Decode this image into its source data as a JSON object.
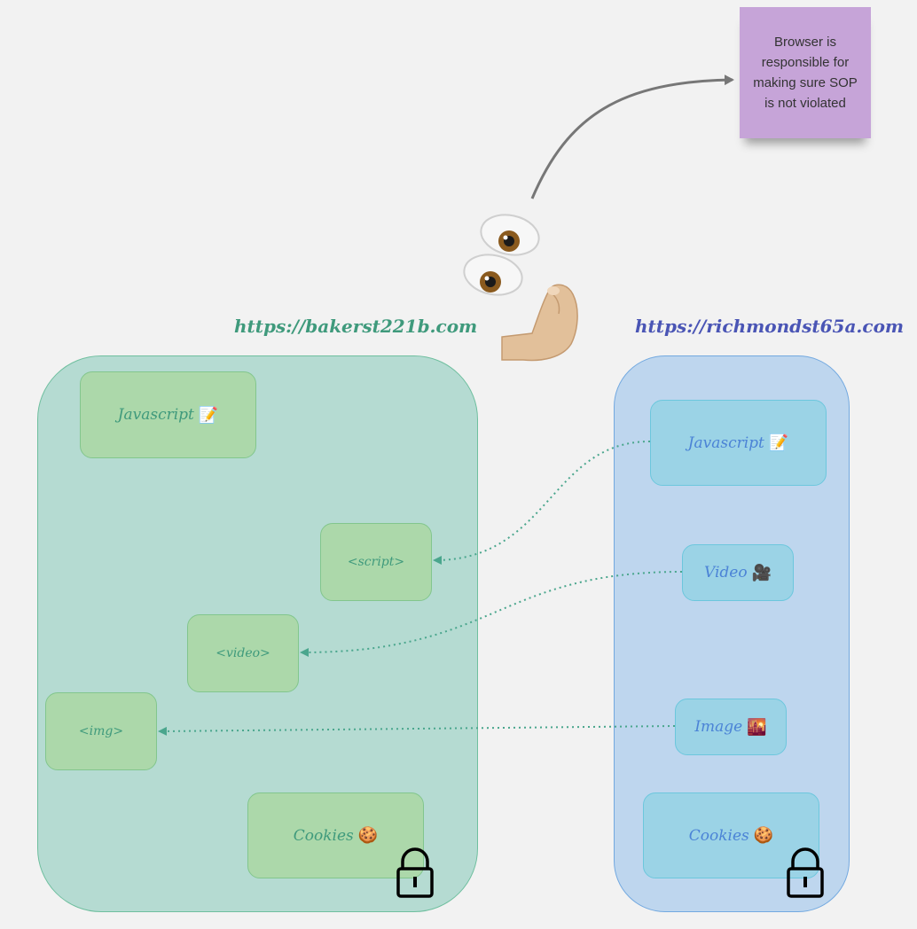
{
  "note": {
    "text": "Browser is responsible for making sure SOP is not violated"
  },
  "origins": {
    "left": {
      "url": "https://bakerst221b.com",
      "javascript_label": "Javascript",
      "script_tag": "<script>",
      "video_tag": "<video>",
      "img_tag": "<img>",
      "cookies_label": "Cookies"
    },
    "right": {
      "url": "https://richmondst65a.com",
      "javascript_label": "Javascript",
      "video_label": "Video",
      "image_label": "Image",
      "cookies_label": "Cookies"
    }
  },
  "icons": {
    "eyes": "eyes-icon",
    "hand": "pinched-fingers-icon",
    "memo": "memo-icon",
    "camera": "movie-camera-icon",
    "image": "city-sunset-icon",
    "cookie": "cookie-icon",
    "lock": "lock-icon"
  },
  "colors": {
    "green_container": "#b5dbd2",
    "blue_container": "#bed6ee",
    "green_text": "#3f9a7c",
    "blue_text": "#4a55b5",
    "sticky": "#c6a4d8",
    "arrow": "#4aa68d"
  }
}
